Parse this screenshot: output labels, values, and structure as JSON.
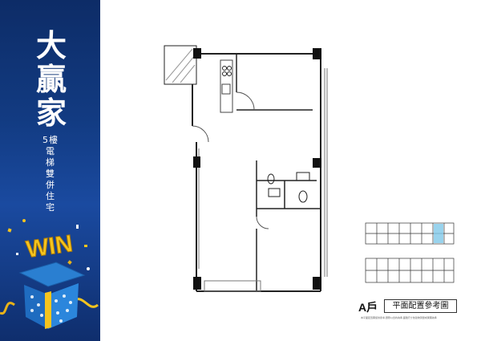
{
  "brand": {
    "name": "大贏家",
    "tagline": "5樓電梯雙併住宅",
    "colors": {
      "primary": "#123b82",
      "accent": "#f5c41e"
    }
  },
  "gift_box": {
    "text": "WIN"
  },
  "floor_plan": {
    "unit_label": "A戶",
    "title": "平面配置參考圖",
    "disclaimer": "本平面配置圖僅供參考,實際以合約為準,面積尺寸依建物測量成果圖為準"
  }
}
